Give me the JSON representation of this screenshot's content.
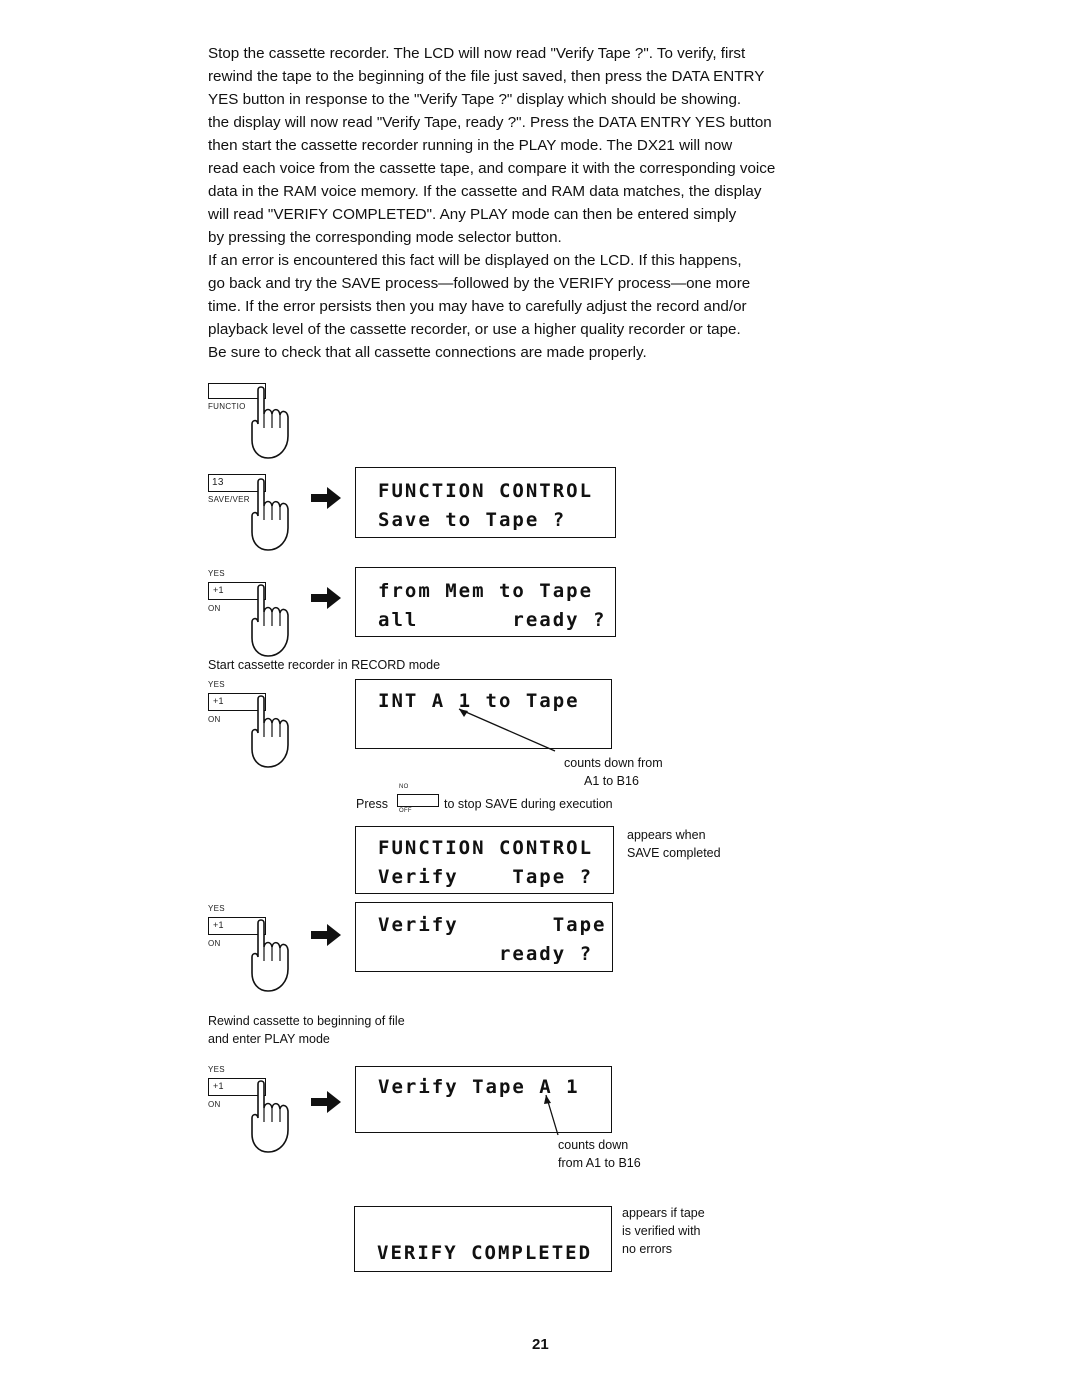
{
  "body_text": {
    "p1_lines": [
      "Stop the cassette recorder. The LCD will now read \"Verify Tape ?\". To verify, first",
      "rewind the tape to the beginning of the file just saved, then press the DATA ENTRY",
      "YES button in response to the \"Verify Tape ?\" display which should be showing.",
      "the display will now read \"Verify Tape, ready ?\". Press the DATA ENTRY YES button",
      "then start the cassette recorder running in the PLAY mode. The DX21 will now",
      "read each voice from the cassette tape, and compare it with the corresponding voice",
      "data in the RAM voice memory. If the cassette and RAM data matches, the display",
      "will read \"VERIFY COMPLETED\". Any PLAY mode can then be entered simply",
      "by pressing the corresponding mode selector button."
    ],
    "p2_lines": [
      "If an error is encountered this fact will be displayed on the LCD. If this happens,",
      "go back and try the SAVE process—followed by the VERIFY process—one more",
      "time. If the error persists then you may have to carefully adjust the record and/or",
      "playback level of the cassette recorder, or use a higher quality recorder or tape.",
      "Be sure to check that all cassette connections are made properly."
    ]
  },
  "buttons": {
    "function_label": "FUNCTIO",
    "save_verify_number": "13",
    "save_verify_label": "SAVE/VER",
    "yes_label": "YES",
    "on_label": "ON",
    "yes_key_symbol": "+1",
    "no_label": "NO",
    "off_label": "OFF"
  },
  "displays": {
    "function_save": {
      "line1": "FUNCTION CONTROL",
      "line2": "Save to Tape ?"
    },
    "from_mem": {
      "line1": "from Mem to Tape",
      "line2": "all       ready ?"
    },
    "int_a1": {
      "line1": "INT A 1 to Tape"
    },
    "function_verify": {
      "line1": "FUNCTION CONTROL",
      "line2": "Verify    Tape ?"
    },
    "verify_ready": {
      "line1": "Verify       Tape",
      "line2": "         ready ?"
    },
    "verify_tape_a1": {
      "line1": "Verify Tape A 1"
    },
    "verify_completed": {
      "line2": "VERIFY COMPLETED"
    }
  },
  "captions": {
    "start_record": "Start cassette recorder in RECORD mode",
    "counts_down_1": [
      "counts down from",
      "A1 to B16"
    ],
    "press": "Press",
    "stop_save": "to stop SAVE during execution",
    "appears_when": [
      "appears when",
      "SAVE completed"
    ],
    "rewind": [
      "Rewind cassette to beginning of file",
      "and enter PLAY mode"
    ],
    "counts_down_2": [
      "counts down",
      "from A1 to B16"
    ],
    "appears_if": [
      "appears if tape",
      "is verified with",
      "no errors"
    ]
  },
  "page_number": "21"
}
